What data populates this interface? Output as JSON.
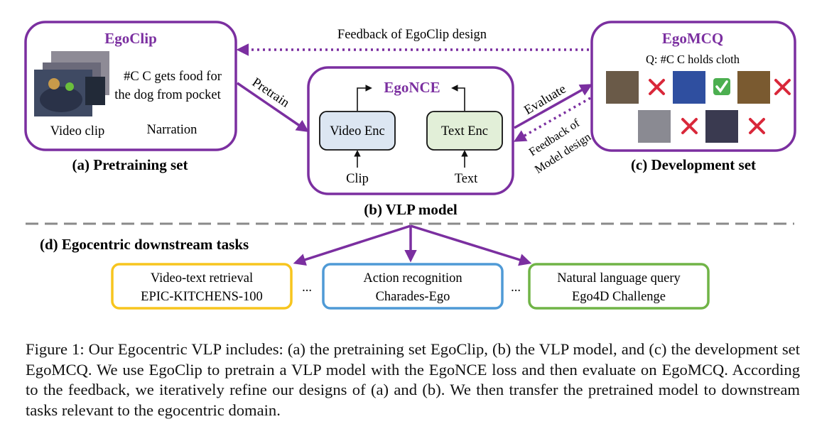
{
  "pretraining": {
    "box_title": "EgoClip",
    "narration_lines": [
      "#C C gets food for",
      "the dog from pocket"
    ],
    "video_label": "Video clip",
    "narration_label": "Narration",
    "caption": "(a) Pretraining set"
  },
  "vlp": {
    "title": "EgoNCE",
    "video_enc": "Video Enc",
    "text_enc": "Text Enc",
    "clip_label": "Clip",
    "text_label": "Text",
    "caption": "(b) VLP model"
  },
  "development": {
    "box_title": "EgoMCQ",
    "question": "Q: #C C holds cloth",
    "caption": "(c) Development set"
  },
  "arrows": {
    "feedback_egoclip": "Feedback of EgoClip design",
    "pretrain": "Pretrain",
    "evaluate": "Evaluate",
    "feedback_model": [
      "Feedback of",
      "Model design"
    ]
  },
  "downstream": {
    "title": "(d) Egocentric downstream tasks",
    "ellipsis": "...",
    "tasks": [
      {
        "line1": "Video-text retrieval",
        "line2": "EPIC-KITCHENS-100",
        "color": "#f7c51e"
      },
      {
        "line1": "Action recognition",
        "line2": "Charades-Ego",
        "color": "#4f9ad6"
      },
      {
        "line1": "Natural language query",
        "line2": "Ego4D Challenge",
        "color": "#70b447"
      }
    ]
  },
  "colors": {
    "purple": "#7b2fa0",
    "video_enc_fill": "#dce6f2",
    "text_enc_fill": "#e2efd8",
    "cross": "#d9283a",
    "check": "#4caf50",
    "divider": "#8a8a8a"
  },
  "caption_text": "Figure 1:  Our Egocentric VLP includes: (a) the pretraining set EgoClip, (b) the VLP model, and (c) the development set EgoMCQ. We use EgoClip to pretrain a VLP model with the EgoNCE  loss and then evaluate on EgoMCQ. According to the feedback, we iteratively refine our designs of (a) and (b). We then transfer the pretrained model to downstream tasks relevant to the egocentric domain."
}
